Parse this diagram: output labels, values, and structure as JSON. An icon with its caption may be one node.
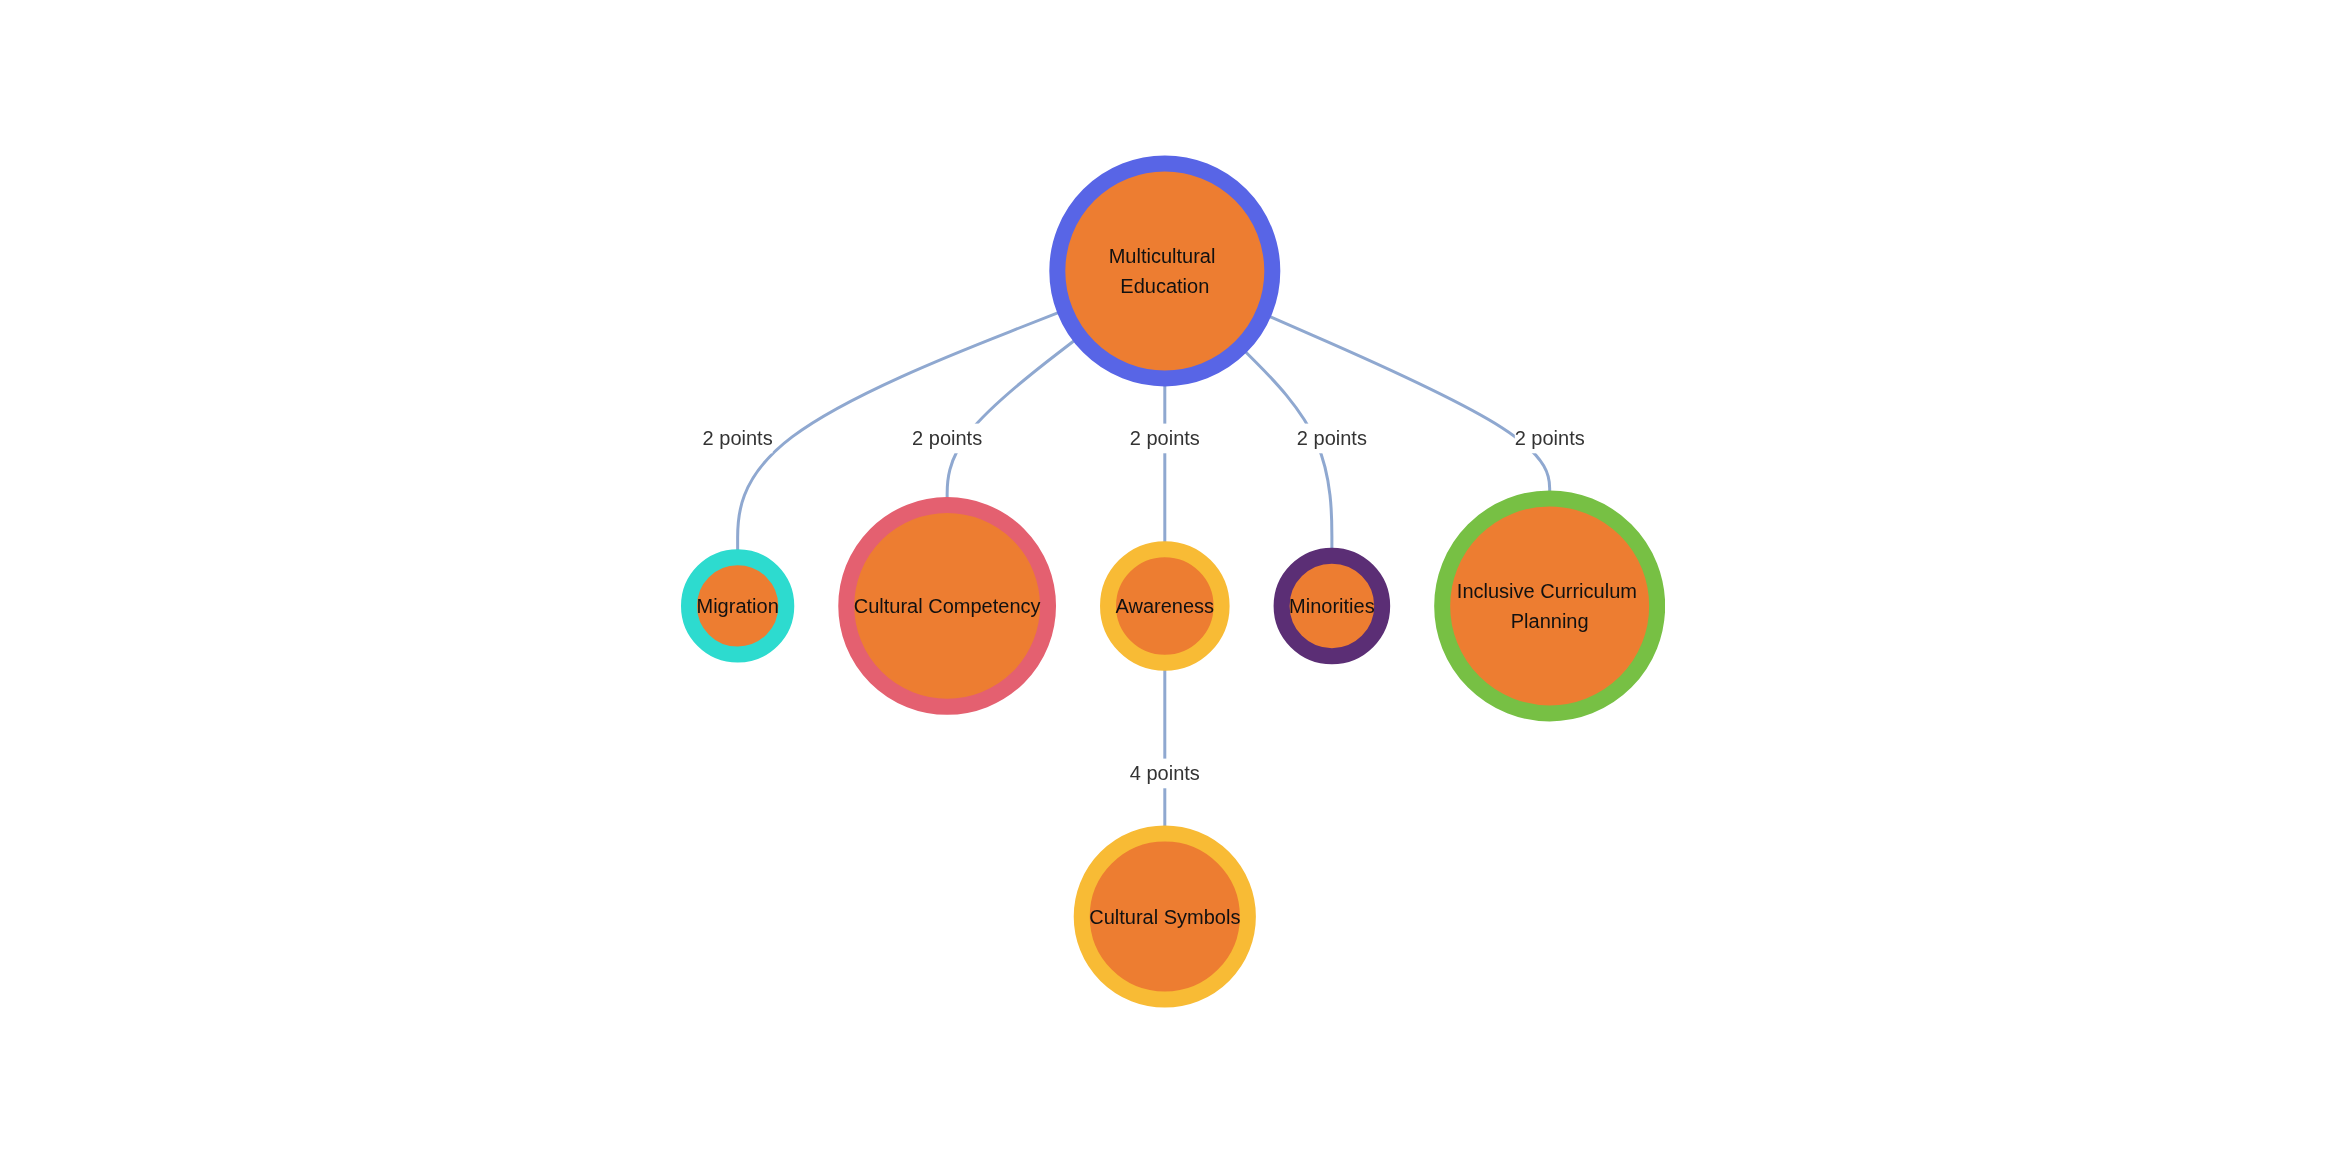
{
  "diagram": {
    "nodes": [
      {
        "text": [
          "Multicultural Education"
        ]
      },
      {
        "text": [
          "Migration"
        ]
      },
      {
        "text": [
          "Cultural Competency"
        ]
      },
      {
        "text": [
          "Awareness"
        ]
      },
      {
        "text": [
          "Minorities"
        ]
      },
      {
        "text": [
          "Inclusive Curriculum Planning"
        ]
      },
      {
        "text": [
          "Cultural Symbols"
        ]
      }
    ],
    "edges": [
      {
        "from": 0,
        "to": 1,
        "arrow": "none",
        "label": "2 points"
      },
      {
        "from": 0,
        "to": 2,
        "arrow": "none",
        "label": "2 points"
      },
      {
        "from": 0,
        "to": 3,
        "arrow": "none",
        "label": "2 points"
      },
      {
        "from": 0,
        "to": 4,
        "arrow": "none",
        "label": "2 points"
      },
      {
        "from": 0,
        "to": 5,
        "arrow": "none",
        "label": "2 points"
      },
      {
        "from": 3,
        "to": 6,
        "arrow": "none",
        "label": "4 points"
      }
    ]
  }
}
